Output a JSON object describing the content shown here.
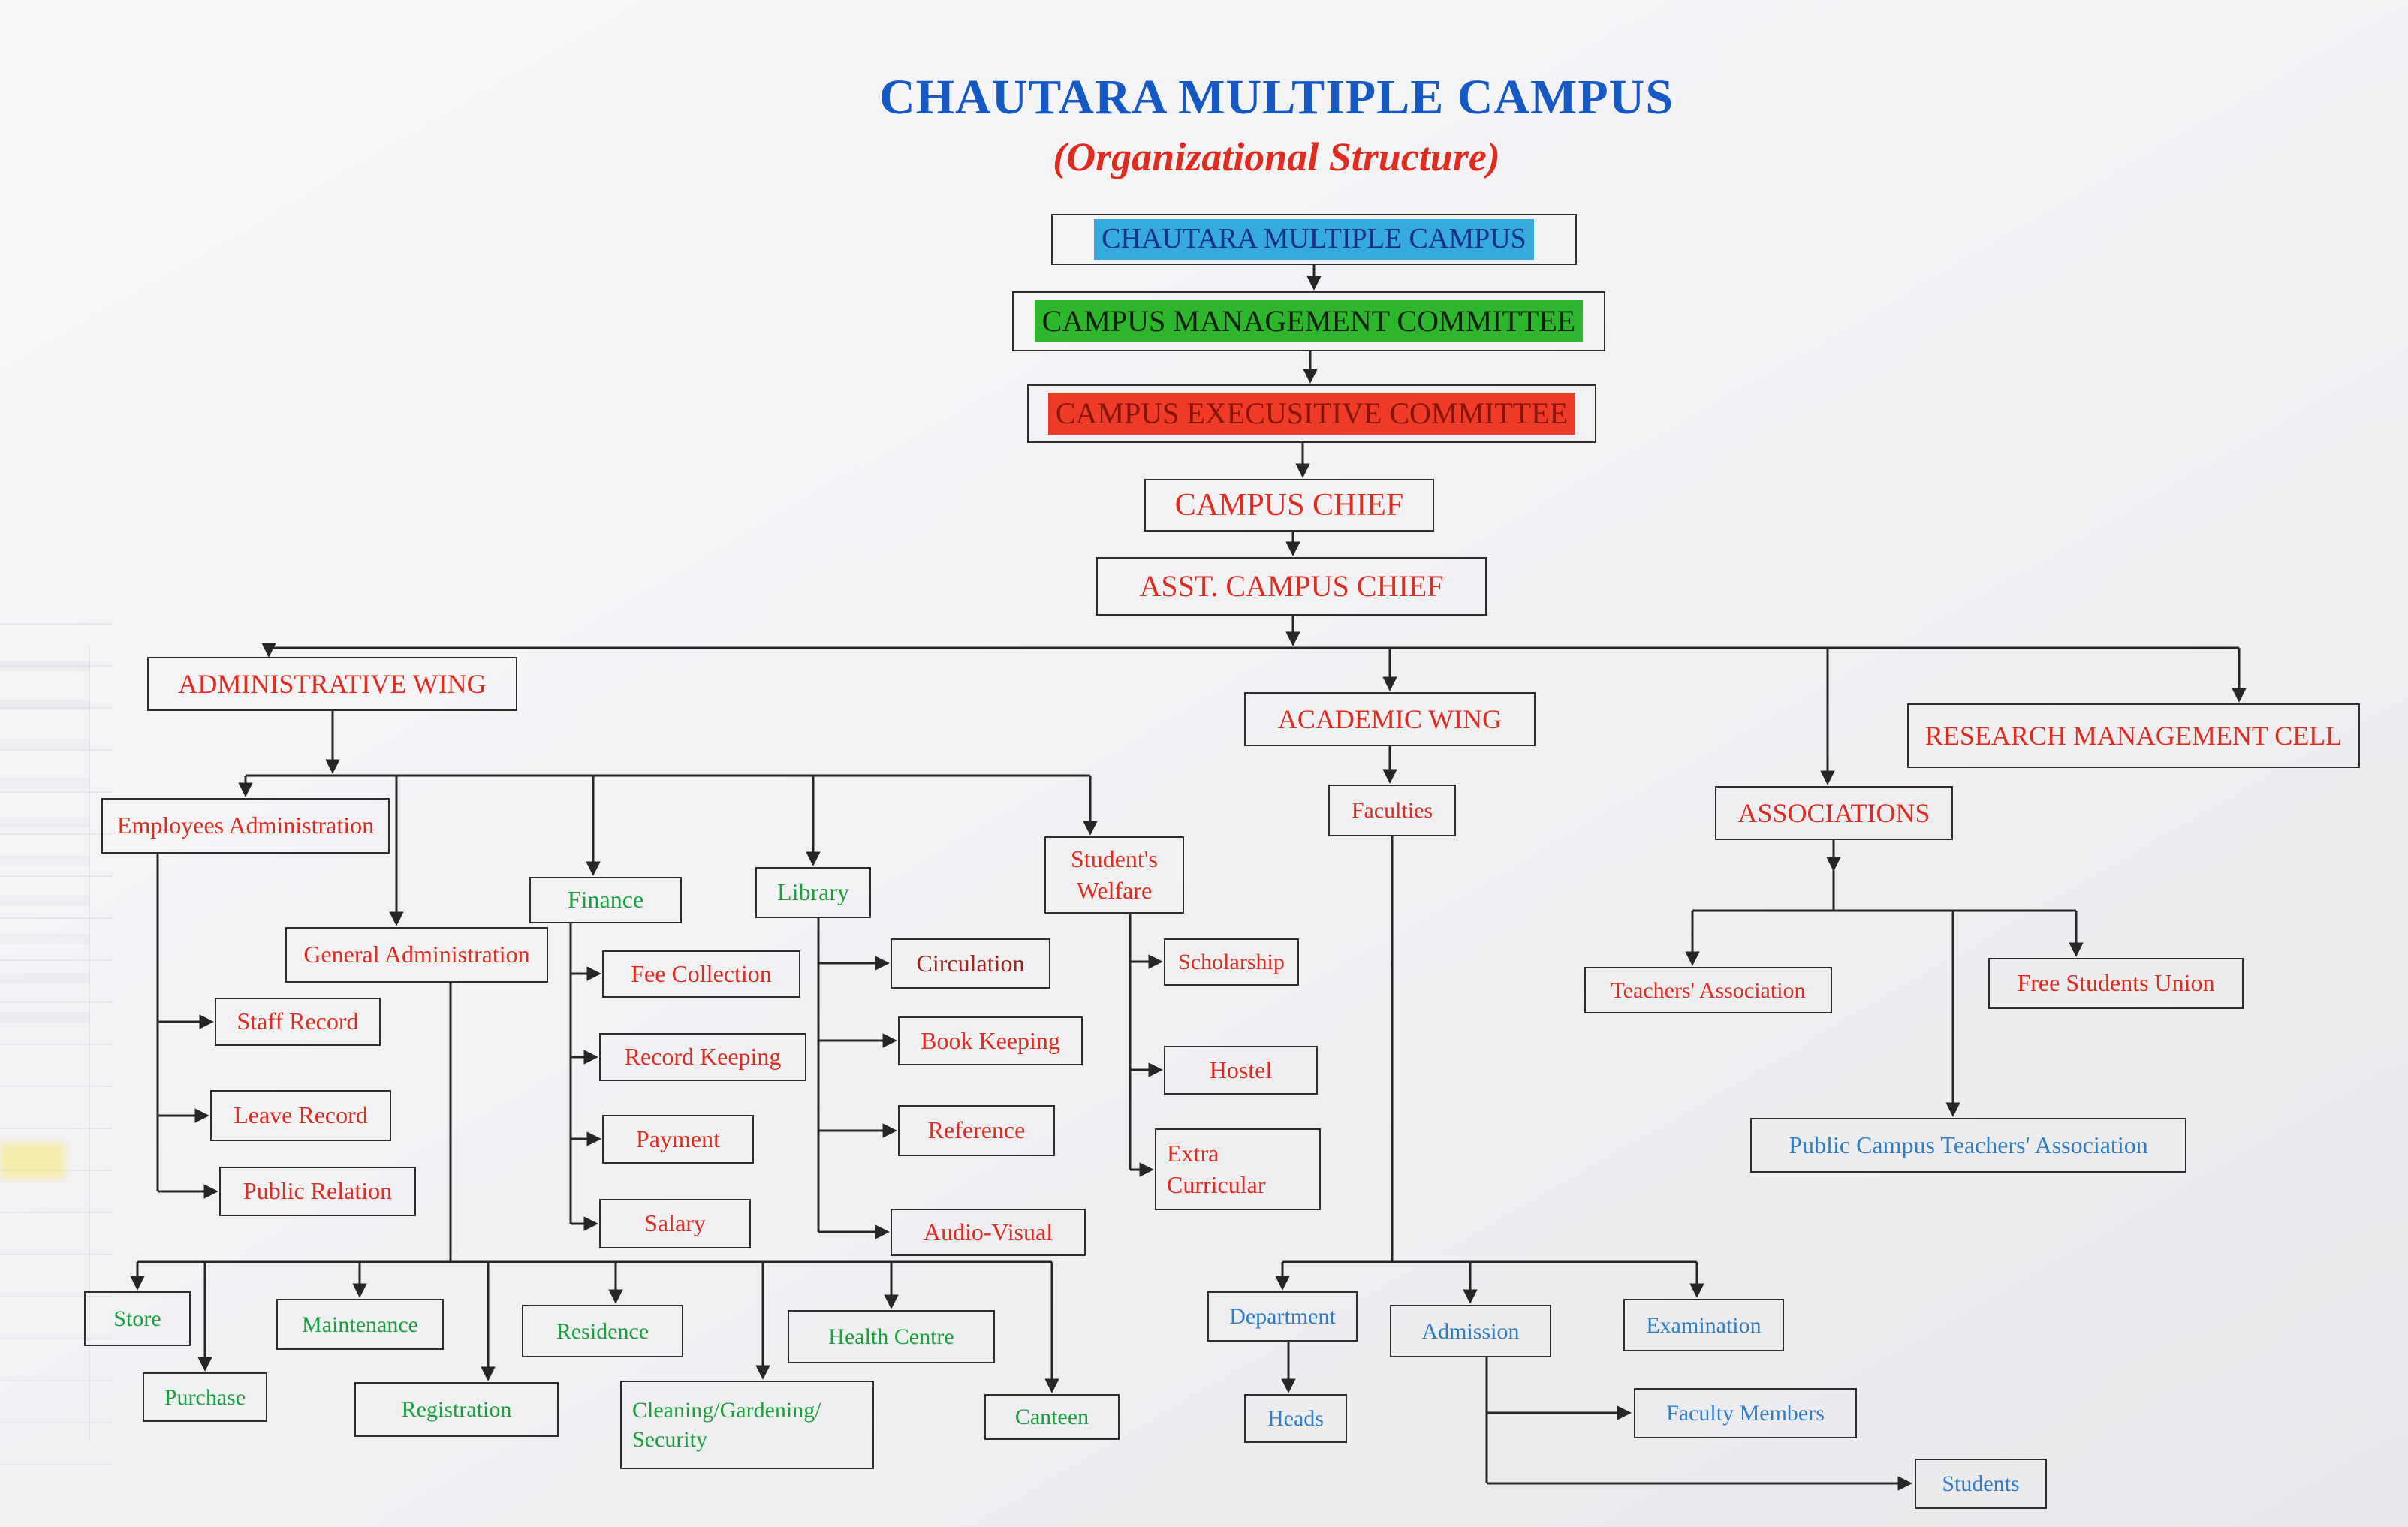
{
  "page": {
    "title": "CHAUTARA MULTIPLE CAMPUS",
    "subtitle": "(Organizational Structure)"
  },
  "colors": {
    "title_blue": "#1759c4",
    "ink_red": "#e02b1f",
    "ink_green": "#18a13b",
    "ink_blue": "#2e7ec5",
    "ink_dark_red": "#a02417",
    "highlight_blue": "#36a9de",
    "highlight_green": "#2db52c",
    "highlight_red": "#ef3b27",
    "line_black": "#262626",
    "paper": "#f3f2f5"
  },
  "nodes": {
    "campus": {
      "label": "CHAUTARA MULTIPLE CAMPUS"
    },
    "management": {
      "label": "CAMPUS MANAGEMENT COMMITTEE"
    },
    "executive": {
      "label": "CAMPUS EXECUSITIVE COMMITTEE"
    },
    "chief": {
      "label": "CAMPUS CHIEF"
    },
    "asst_chief": {
      "label": "ASST. CAMPUS CHIEF"
    },
    "admin_wing": {
      "label": "ADMINISTRATIVE WING"
    },
    "academic_wing": {
      "label": "ACADEMIC WING"
    },
    "research_cell": {
      "label": "RESEARCH MANAGEMENT CELL"
    },
    "associations": {
      "label": "ASSOCIATIONS"
    },
    "employees_admin": {
      "label": "Employees Administration"
    },
    "general_admin": {
      "label": "General Administration"
    },
    "finance": {
      "label": "Finance"
    },
    "library": {
      "label": "Library"
    },
    "students_welfare": {
      "label": "Student's Welfare"
    },
    "staff_record": {
      "label": "Staff Record"
    },
    "leave_record": {
      "label": "Leave Record"
    },
    "public_relation": {
      "label": "Public Relation"
    },
    "fee_collection": {
      "label": "Fee Collection"
    },
    "record_keeping": {
      "label": "Record Keeping"
    },
    "payment": {
      "label": "Payment"
    },
    "salary": {
      "label": "Salary"
    },
    "circulation": {
      "label": "Circulation"
    },
    "book_keeping": {
      "label": "Book Keeping"
    },
    "reference": {
      "label": "Reference"
    },
    "audio_visual": {
      "label": "Audio-Visual"
    },
    "scholarship": {
      "label": "Scholarship"
    },
    "hostel": {
      "label": "Hostel"
    },
    "extra_curricular": {
      "label": "Extra Curricular"
    },
    "store": {
      "label": "Store"
    },
    "purchase": {
      "label": "Purchase"
    },
    "maintenance": {
      "label": "Maintenance"
    },
    "registration": {
      "label": "Registration"
    },
    "residence": {
      "label": "Residence"
    },
    "cleaning": {
      "label": "Cleaning/Gardening/ Security"
    },
    "health_centre": {
      "label": "Health Centre"
    },
    "canteen": {
      "label": "Canteen"
    },
    "faculties": {
      "label": "Faculties"
    },
    "department": {
      "label": "Department"
    },
    "admission": {
      "label": "Admission"
    },
    "examination": {
      "label": "Examination"
    },
    "heads": {
      "label": "Heads"
    },
    "faculty_members": {
      "label": "Faculty Members"
    },
    "students": {
      "label": "Students"
    },
    "teachers_assoc": {
      "label": "Teachers' Association"
    },
    "free_students_union": {
      "label": "Free Students Union"
    },
    "public_campus_teachers": {
      "label": "Public Campus Teachers' Association"
    }
  },
  "edges": [
    [
      "campus",
      "management"
    ],
    [
      "management",
      "executive"
    ],
    [
      "executive",
      "chief"
    ],
    [
      "chief",
      "asst_chief"
    ],
    [
      "asst_chief",
      "admin_wing"
    ],
    [
      "asst_chief",
      "academic_wing"
    ],
    [
      "asst_chief",
      "associations"
    ],
    [
      "asst_chief",
      "research_cell"
    ],
    [
      "admin_wing",
      "employees_admin"
    ],
    [
      "admin_wing",
      "general_admin"
    ],
    [
      "admin_wing",
      "finance"
    ],
    [
      "admin_wing",
      "library"
    ],
    [
      "admin_wing",
      "students_welfare"
    ],
    [
      "employees_admin",
      "staff_record"
    ],
    [
      "employees_admin",
      "leave_record"
    ],
    [
      "employees_admin",
      "public_relation"
    ],
    [
      "finance",
      "fee_collection"
    ],
    [
      "finance",
      "record_keeping"
    ],
    [
      "finance",
      "payment"
    ],
    [
      "finance",
      "salary"
    ],
    [
      "library",
      "circulation"
    ],
    [
      "library",
      "book_keeping"
    ],
    [
      "library",
      "reference"
    ],
    [
      "library",
      "audio_visual"
    ],
    [
      "students_welfare",
      "scholarship"
    ],
    [
      "students_welfare",
      "hostel"
    ],
    [
      "students_welfare",
      "extra_curricular"
    ],
    [
      "general_admin",
      "store"
    ],
    [
      "general_admin",
      "purchase"
    ],
    [
      "general_admin",
      "maintenance"
    ],
    [
      "general_admin",
      "registration"
    ],
    [
      "general_admin",
      "residence"
    ],
    [
      "general_admin",
      "cleaning"
    ],
    [
      "general_admin",
      "health_centre"
    ],
    [
      "general_admin",
      "canteen"
    ],
    [
      "academic_wing",
      "faculties"
    ],
    [
      "faculties",
      "department"
    ],
    [
      "faculties",
      "admission"
    ],
    [
      "faculties",
      "examination"
    ],
    [
      "department",
      "heads"
    ],
    [
      "admission",
      "faculty_members"
    ],
    [
      "admission",
      "students"
    ],
    [
      "associations",
      "teachers_assoc"
    ],
    [
      "associations",
      "free_students_union"
    ],
    [
      "associations",
      "public_campus_teachers"
    ]
  ]
}
